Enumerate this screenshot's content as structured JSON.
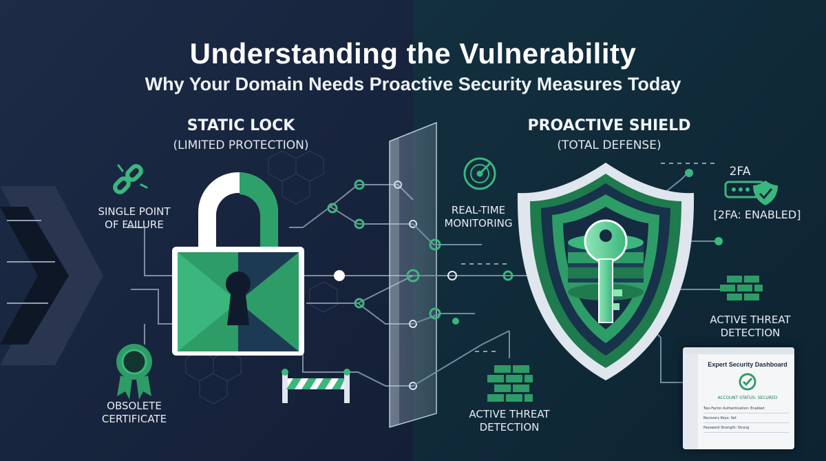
{
  "title": "Understanding the Vulnerability",
  "subtitle": "Why Your Domain Needs Proactive Security Measures Today",
  "left_panel": {
    "heading": "STATIC LOCK",
    "subheading": "(LIMITED PROTECTION)",
    "labels": {
      "single_point_line1": "SINGLE POINT",
      "single_point_line2": "OF FAILURE",
      "obsolete_line1": "OBSOLETE",
      "obsolete_line2": "CERTIFICATE"
    }
  },
  "right_panel": {
    "heading": "PROACTIVE SHIELD",
    "subheading": "(TOTAL DEFENSE)",
    "labels": {
      "realtime_line1": "REAL-TIME",
      "realtime_line2": "MONITORING",
      "twofa_badge": "2FA",
      "twofa_status": "[2FA: ENABLED]",
      "threat_right_line1": "ACTIVE THREAT",
      "threat_right_line2": "DETECTION",
      "threat_bottom_line1": "ACTIVE THREAT",
      "threat_bottom_line2": "DETECTION"
    },
    "dashboard": {
      "title": "Expert Security Dashboard",
      "status": "ACCOUNT STATUS: SECURED",
      "rows": [
        "Two-Factor Authentication: Enabled",
        "Recovery Keys: Set",
        "Password Strength: Strong"
      ]
    }
  },
  "colors": {
    "background_left": "#18253f",
    "background_right": "#0f2b3a",
    "accent_green": "#3bb77e",
    "accent_dark_green": "#1f7a4d",
    "line_color": "#7d8ea3"
  },
  "icons": [
    "broken-link-icon",
    "broken-certificate-icon",
    "padlock-icon",
    "barrier-icon",
    "radar-icon",
    "shield-icon",
    "key-icon",
    "database-icon",
    "firewall-icon",
    "two-factor-shield-icon",
    "checkmark-icon",
    "arrow-icon"
  ]
}
